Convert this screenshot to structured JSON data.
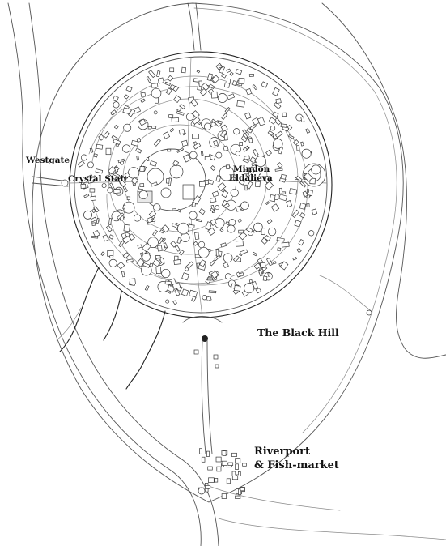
{
  "labels": {
    "westgate": "Westgate",
    "crystal_stair": "Crystal Stair",
    "mindon_line1": "Mindon",
    "mindon_line2": "Eldaliéva",
    "black_hill": "The Black Hill",
    "riverport_line1": "Riverport",
    "riverport_line2": "& Fish-market"
  }
}
